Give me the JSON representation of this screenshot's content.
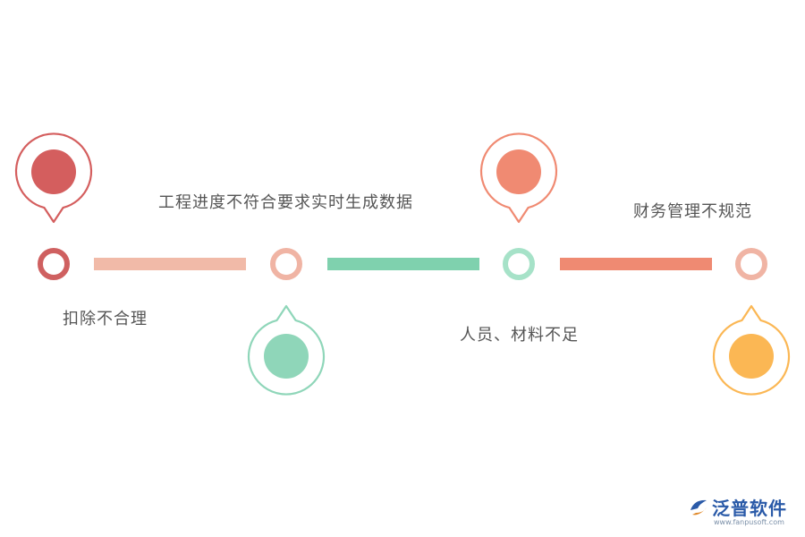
{
  "timeline": {
    "steps": [
      {
        "label": "扣除不合理",
        "color": "#d45e5e",
        "ring_color": "#cf6060",
        "pin_position": "above"
      },
      {
        "label": "工程进度不符合要求实时生成数据",
        "color": "#8fd6b9",
        "ring_color": "#f0b4a4",
        "pin_position": "below"
      },
      {
        "label": "人员、材料不足",
        "color": "#f08a72",
        "ring_color": "#a6e2c8",
        "pin_position": "above"
      },
      {
        "label": "财务管理不规范",
        "color": "#fbb754",
        "ring_color": "#f0b4a4",
        "pin_position": "below"
      }
    ],
    "connectors": [
      {
        "color": "#f1baa8"
      },
      {
        "color": "#7fd1ae"
      },
      {
        "color": "#ef8a72"
      }
    ]
  },
  "watermark": {
    "brand": "泛普软件",
    "url": "www.fanpusoft.com",
    "icon": "fanpu-logo-icon"
  }
}
